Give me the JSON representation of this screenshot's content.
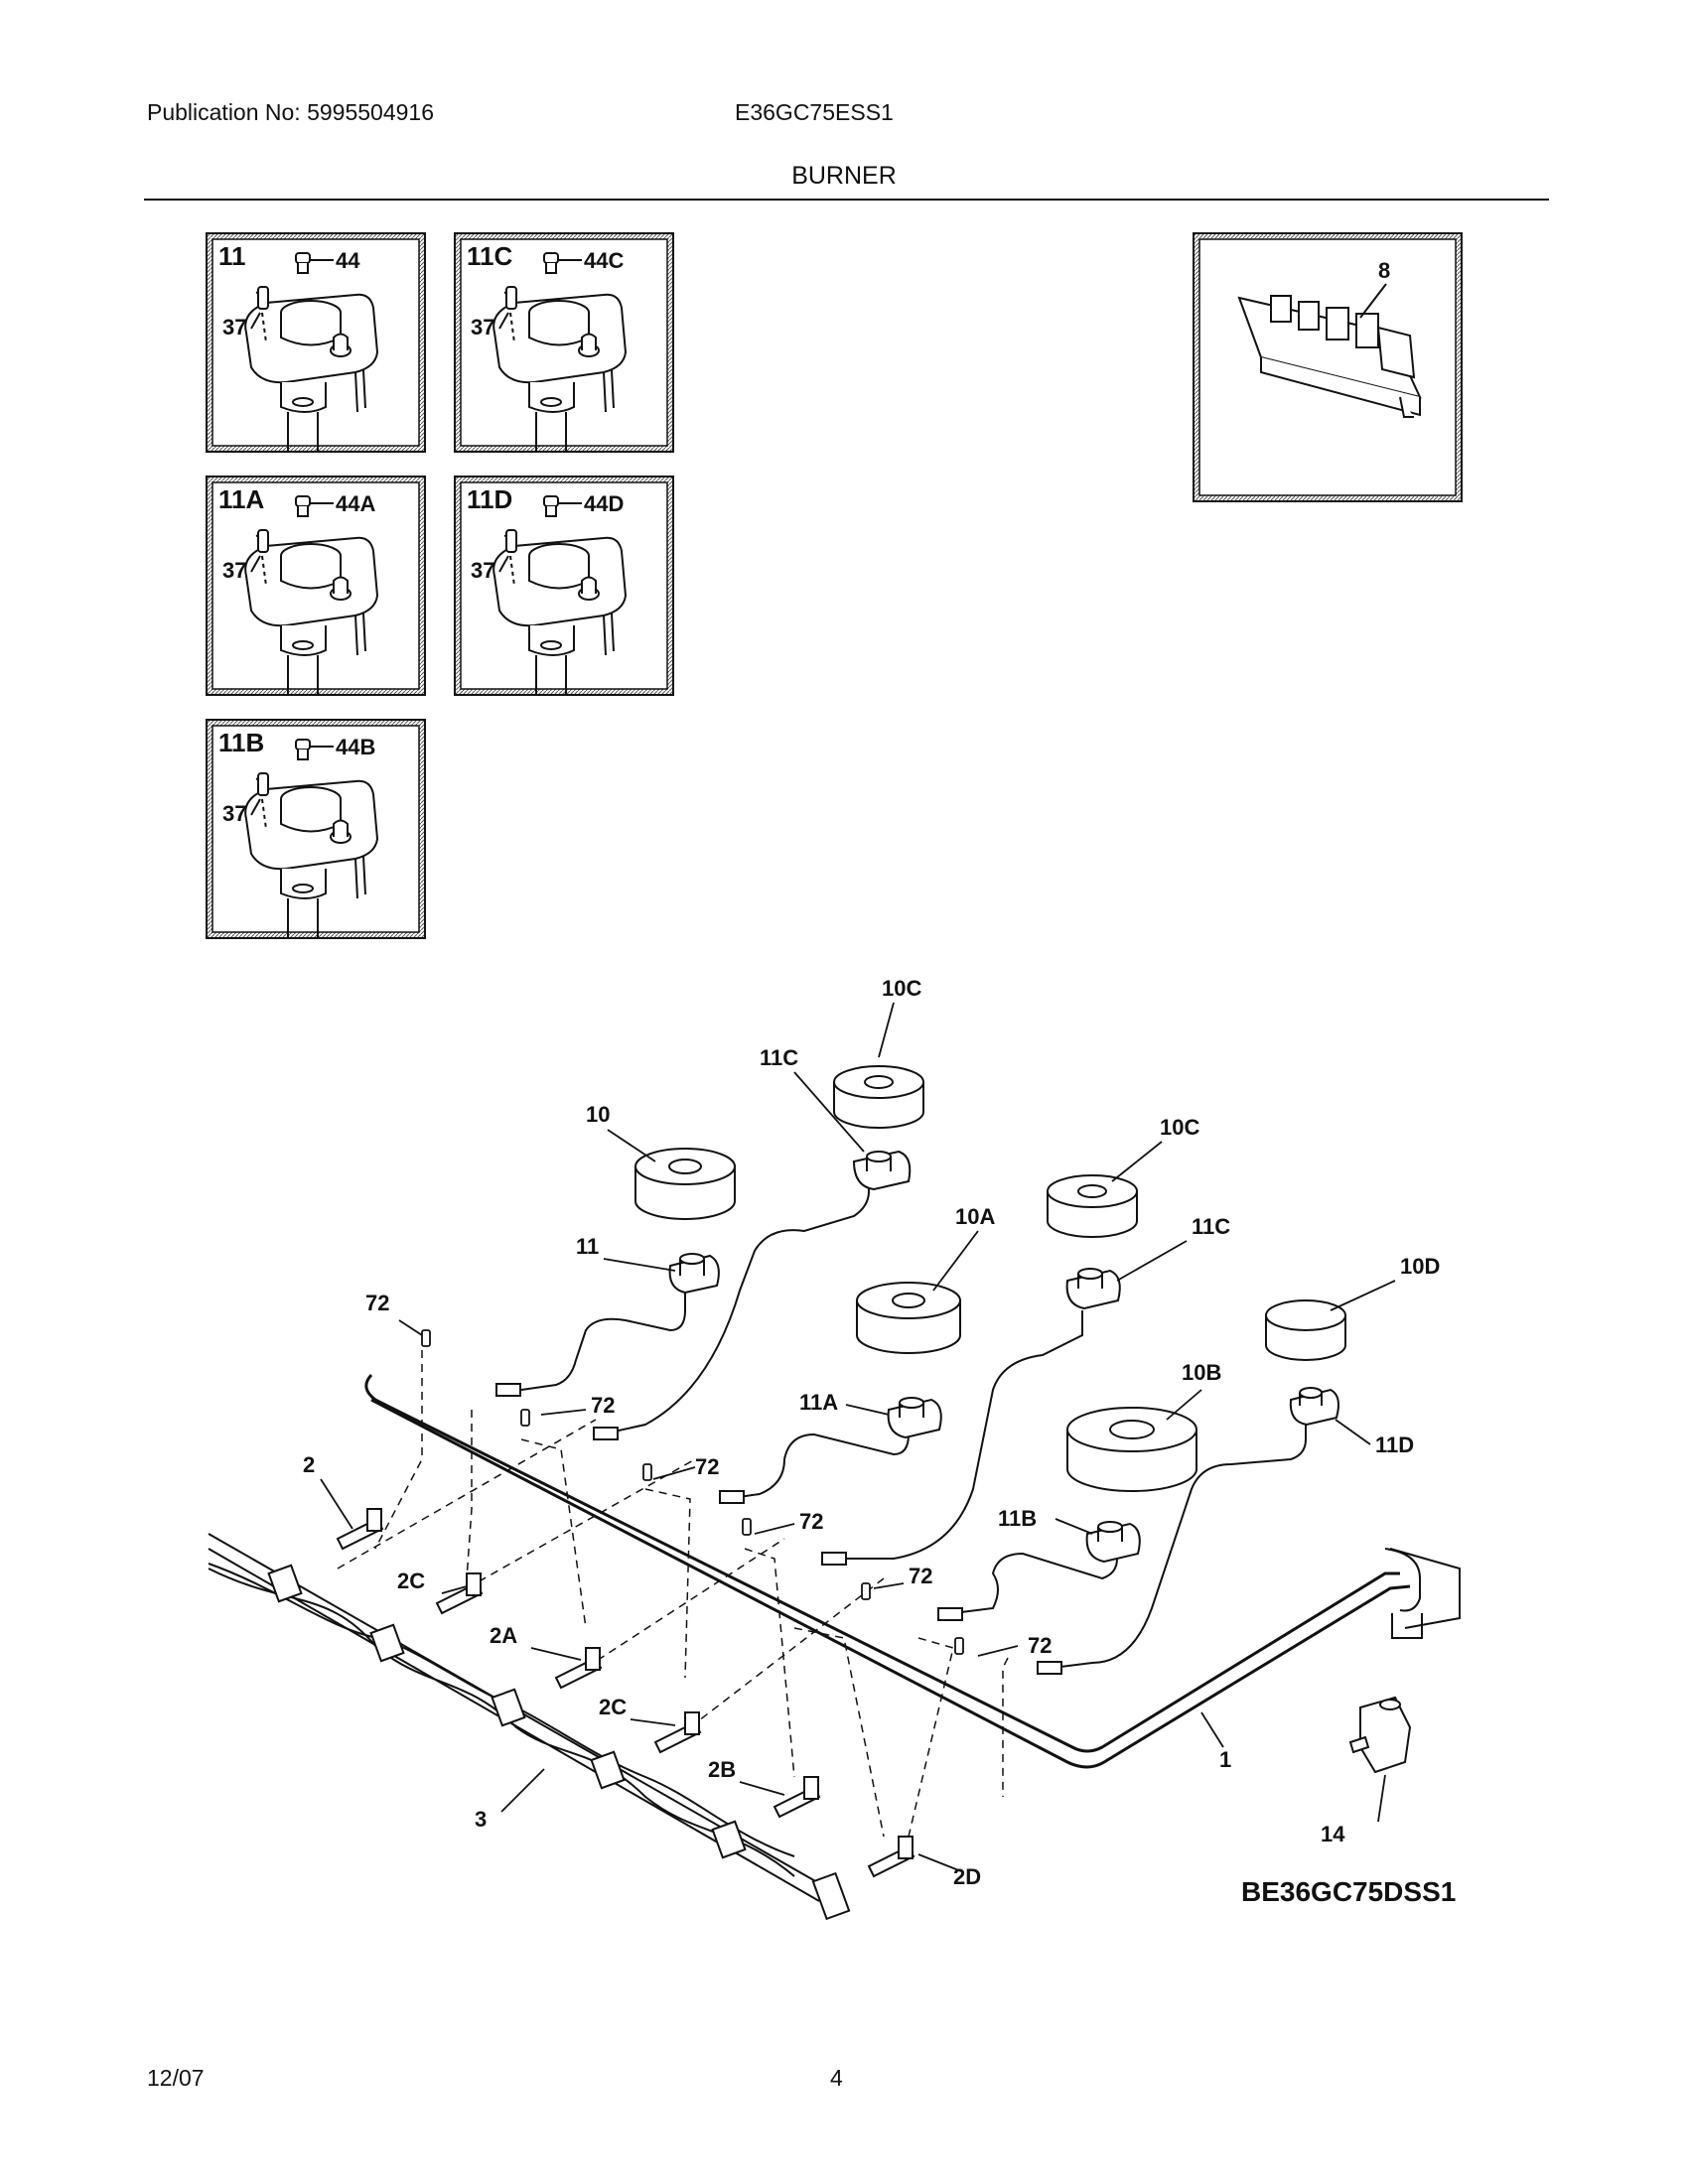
{
  "header": {
    "publication": "Publication No: 5995504916",
    "model": "E36GC75ESS1",
    "section_title": "BURNER"
  },
  "insets": [
    {
      "id": "11",
      "nozzle": "44",
      "screw": "37"
    },
    {
      "id": "11C",
      "nozzle": "44C",
      "screw": "37"
    },
    {
      "id": "11A",
      "nozzle": "44A",
      "screw": "37"
    },
    {
      "id": "11D",
      "nozzle": "44D",
      "screw": "37"
    },
    {
      "id": "11B",
      "nozzle": "44B",
      "screw": "37"
    }
  ],
  "ignition_module": {
    "label": "8"
  },
  "main_labels": {
    "cap_10c_top": "10C",
    "cap_10": "10",
    "base_11c_top": "11C",
    "cap_10c_right": "10C",
    "cap_10a": "10A",
    "base_11c_right": "11C",
    "base_11": "11",
    "cap_10d": "10D",
    "cap_10b": "10B",
    "screw_72_a": "72",
    "screw_72_b": "72",
    "base_11a": "11A",
    "base_11d": "11D",
    "screw_72_c": "72",
    "screw_72_d": "72",
    "base_11b": "11B",
    "valve_2": "2",
    "valve_2c_a": "2C",
    "screw_72_e": "72",
    "screw_72_f": "72",
    "valve_2a": "2A",
    "valve_2c_b": "2C",
    "manifold_1": "1",
    "valve_2b": "2B",
    "harness_3": "3",
    "regulator_14": "14",
    "valve_2d": "2D"
  },
  "diagram_code": "BE36GC75DSS1",
  "footer": {
    "date": "12/07",
    "page": "4"
  }
}
